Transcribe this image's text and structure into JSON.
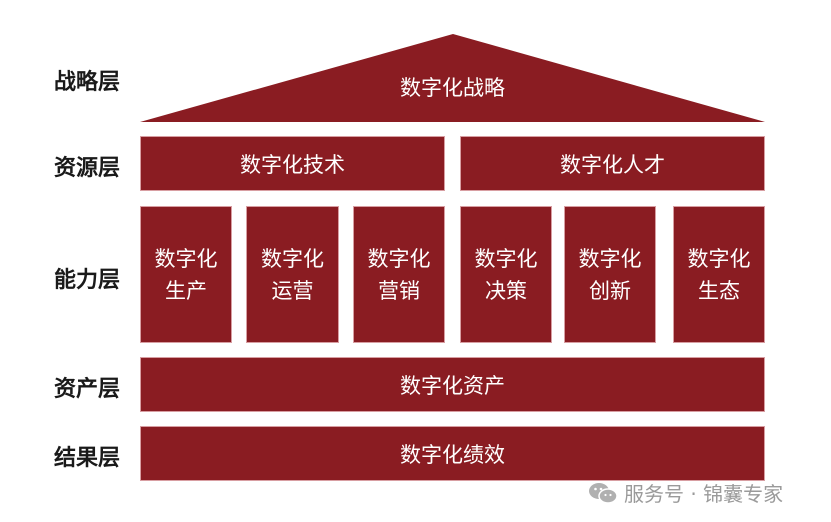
{
  "colors": {
    "block": "#8a1c22",
    "block_text": "#ffffff",
    "label_text": "#1a1a1a",
    "watermark": "#9a9a9a"
  },
  "layers": {
    "strategy": {
      "label": "战略层",
      "items": [
        "数字化战略"
      ]
    },
    "resource": {
      "label": "资源层",
      "items": [
        "数字化技术",
        "数字化人才"
      ]
    },
    "capability": {
      "label": "能力层",
      "items": [
        {
          "line1": "数字化",
          "line2": "生产"
        },
        {
          "line1": "数字化",
          "line2": "运营"
        },
        {
          "line1": "数字化",
          "line2": "营销"
        },
        {
          "line1": "数字化",
          "line2": "决策"
        },
        {
          "line1": "数字化",
          "line2": "创新"
        },
        {
          "line1": "数字化",
          "line2": "生态"
        }
      ]
    },
    "asset": {
      "label": "资产层",
      "items": [
        "数字化资产"
      ]
    },
    "result": {
      "label": "结果层",
      "items": [
        "数字化绩效"
      ]
    }
  },
  "watermark": {
    "icon": "wechat-icon",
    "text": "服务号 · 锦囊专家"
  }
}
